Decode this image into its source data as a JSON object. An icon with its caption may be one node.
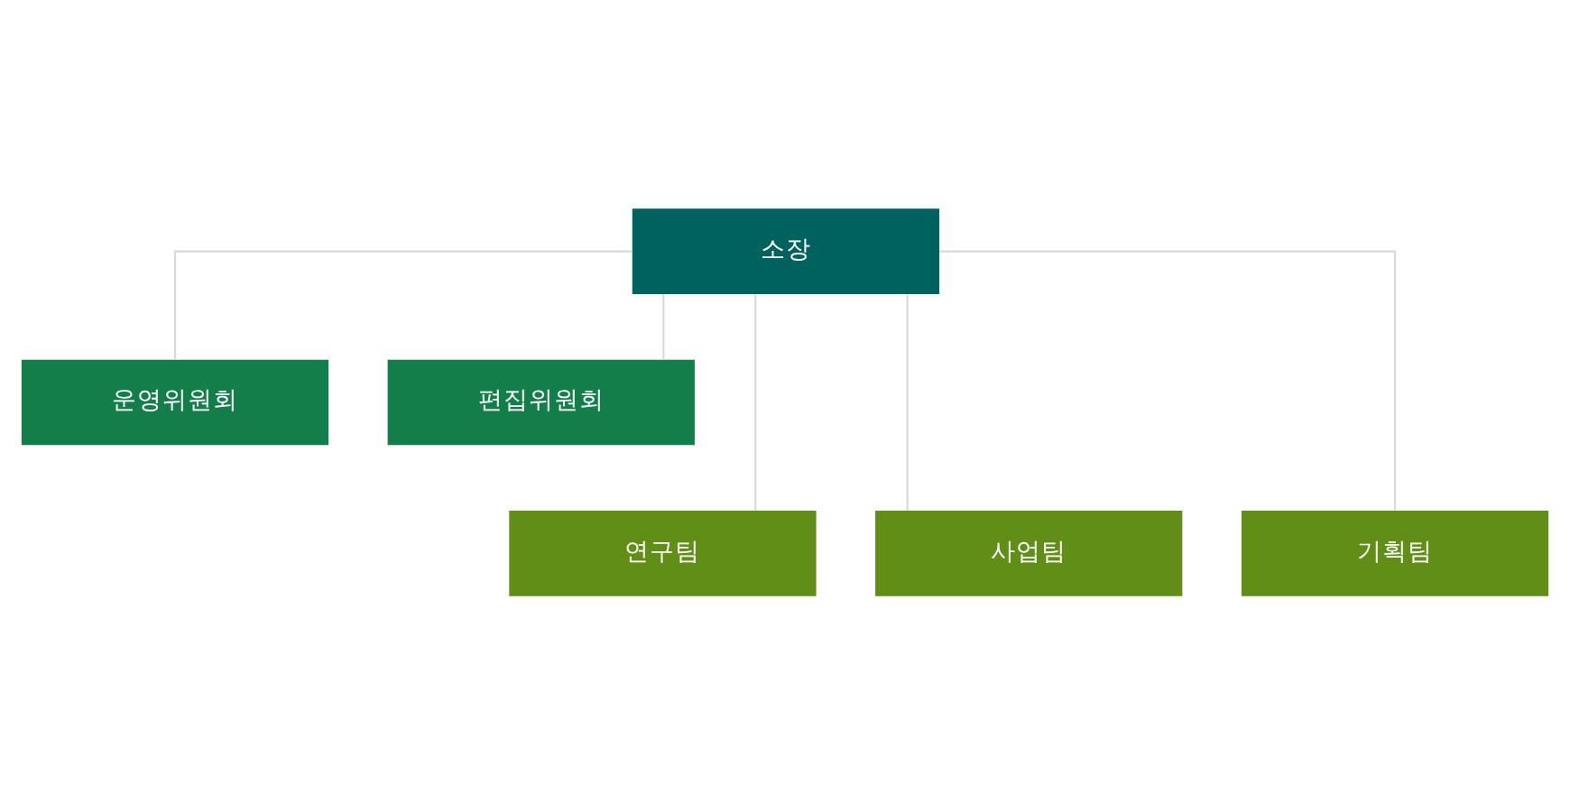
{
  "diagram": {
    "nodes": [
      {
        "text": [
          "소장"
        ]
      },
      {
        "text": [
          "운영위원회"
        ]
      },
      {
        "text": [
          "편집위원회"
        ]
      },
      {
        "text": [
          "연구팀"
        ]
      },
      {
        "text": [
          "사업팀"
        ]
      },
      {
        "text": [
          "기획팀"
        ]
      }
    ],
    "edges": [
      {
        "from": 0,
        "to": 1,
        "arrow": "none"
      },
      {
        "from": 0,
        "to": 2,
        "arrow": "none"
      },
      {
        "from": 0,
        "to": 3,
        "arrow": "none"
      },
      {
        "from": 0,
        "to": 4,
        "arrow": "none"
      },
      {
        "from": 0,
        "to": 5,
        "arrow": "none"
      }
    ]
  }
}
